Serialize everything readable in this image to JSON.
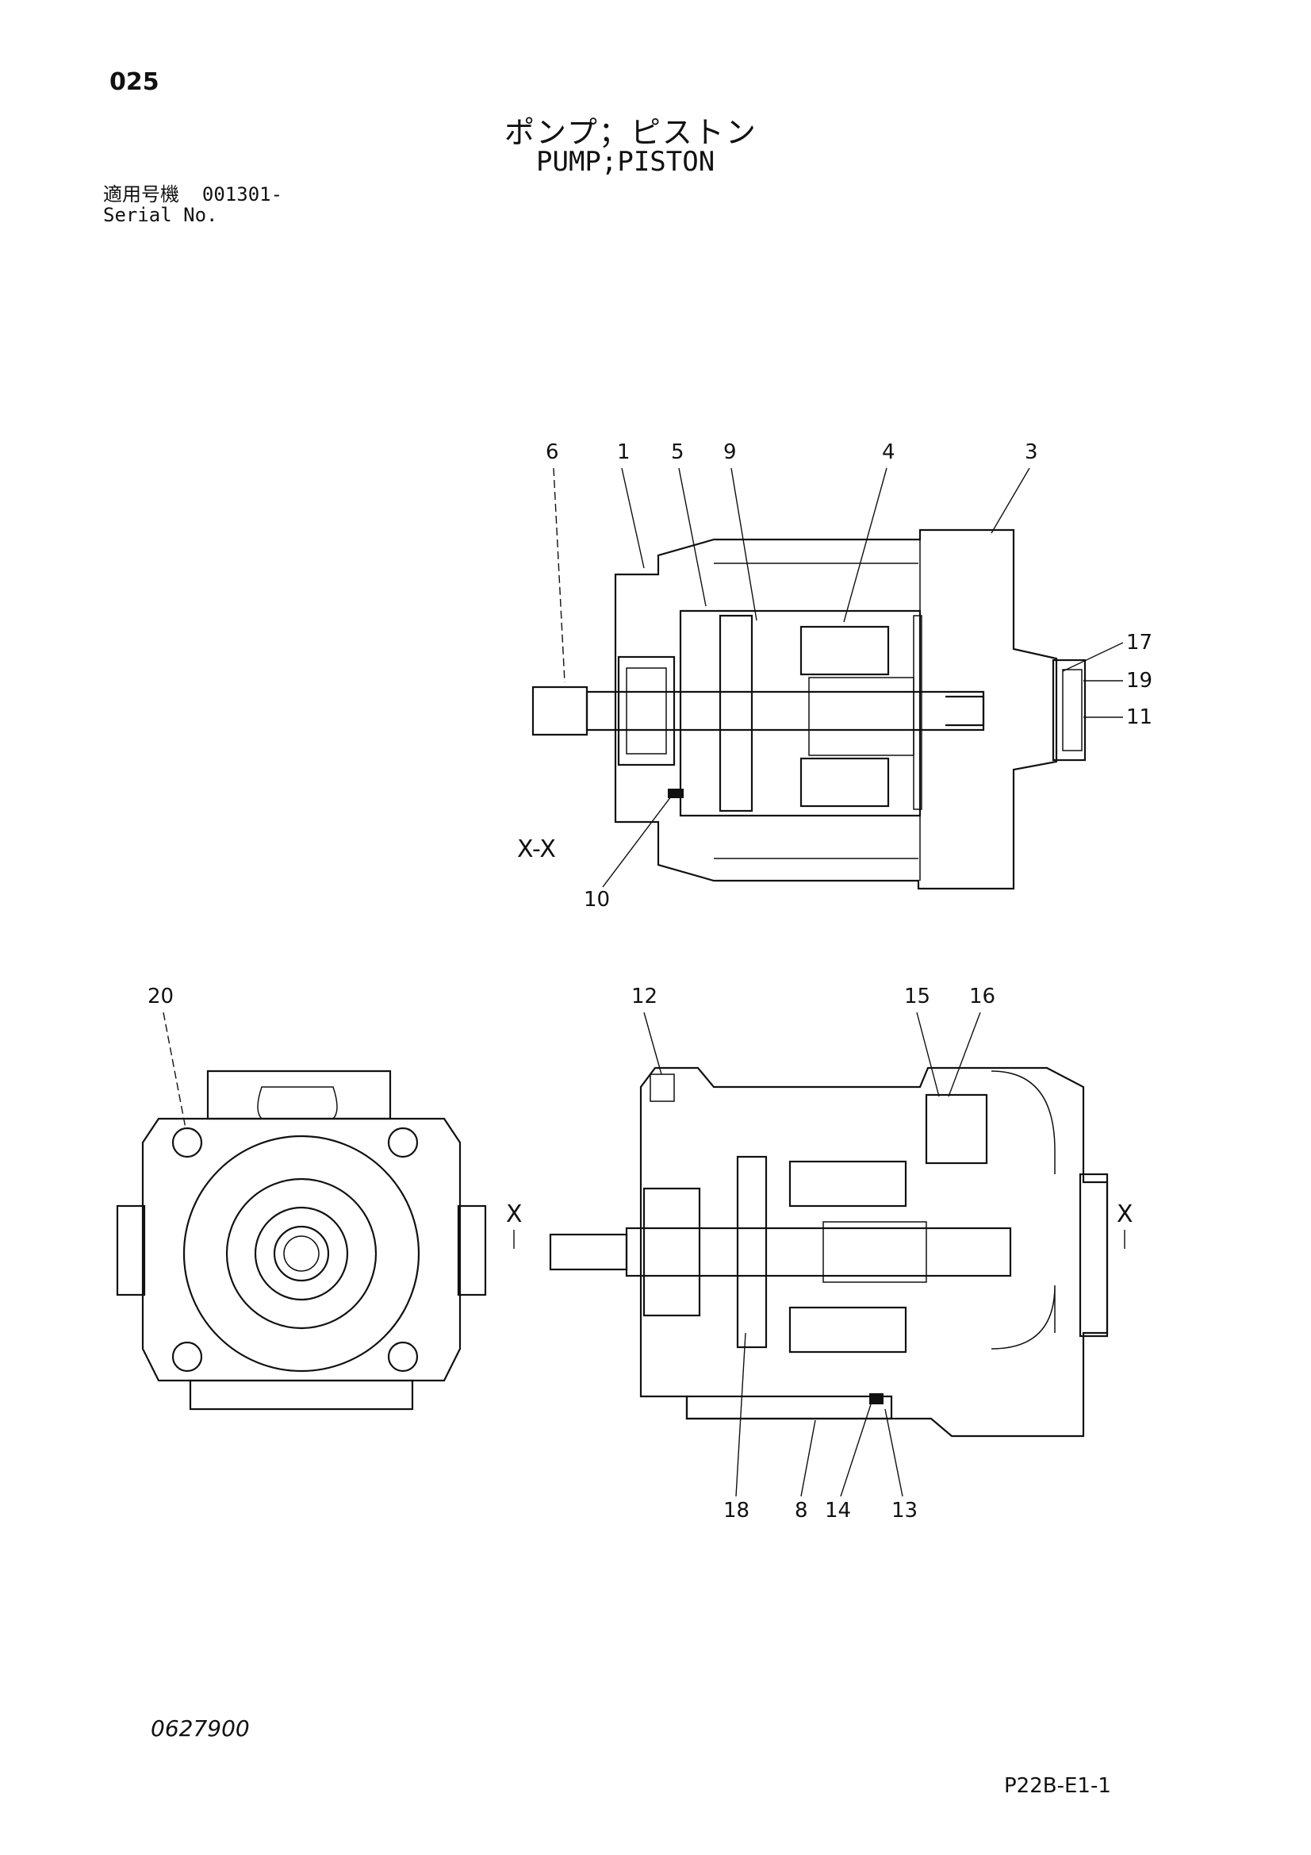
{
  "header": {
    "page_number": "025",
    "title_jp": "ポンプ；ピストン",
    "title_en": "PUMP;PISTON",
    "serial_label_jp": "適用号機",
    "serial_value": "001301-",
    "serial_label_en": "Serial No."
  },
  "drawing": {
    "section_label": "X-X",
    "section_marker": "X",
    "callouts": {
      "c1": "1",
      "c3": "3",
      "c4": "4",
      "c5": "5",
      "c6": "6",
      "c9": "9",
      "c10": "10",
      "c11": "11",
      "c17": "17",
      "c19": "19",
      "c8": "8",
      "c12": "12",
      "c13": "13",
      "c14": "14",
      "c15": "15",
      "c16": "16",
      "c18": "18",
      "c20": "20"
    }
  },
  "footer": {
    "doc_number": "0627900",
    "sheet_code": "P22B-E1-1"
  }
}
